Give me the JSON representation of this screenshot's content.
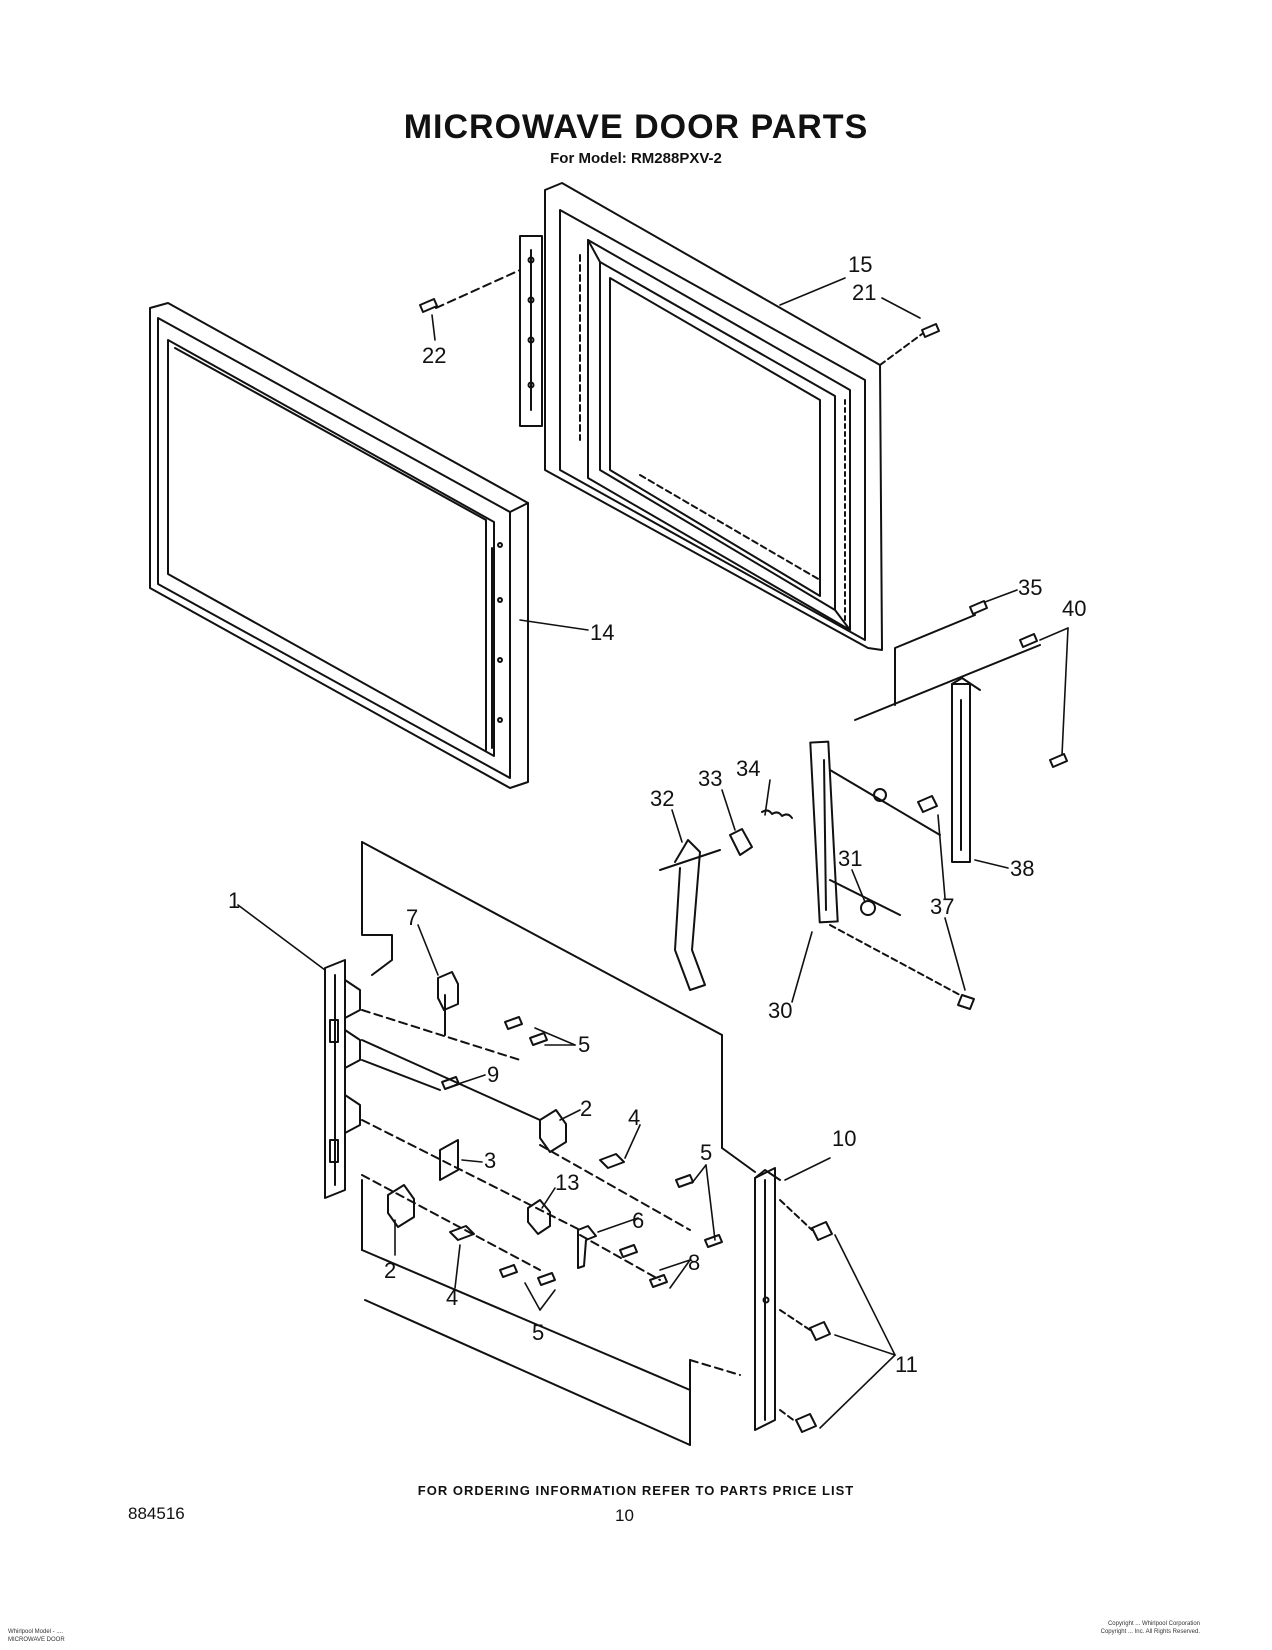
{
  "title": "MICROWAVE DOOR PARTS",
  "subtitle": "For Model: RM288PXV-2",
  "footer_note": "FOR ORDERING INFORMATION REFER TO PARTS PRICE LIST",
  "doc_number": "884516",
  "page_number": "10",
  "fine_print_left": [
    "Whirlpool Model - ....",
    "MICROWAVE DOOR"
  ],
  "fine_print_right": [
    "Copyright ... Whirlpool Corporation",
    "Copyright ... Inc. All Rights Reserved."
  ],
  "part_labels": [
    "15",
    "21",
    "22",
    "14",
    "35",
    "40",
    "34",
    "33",
    "32",
    "31",
    "37",
    "38",
    "30",
    "1",
    "7",
    "5",
    "9",
    "2",
    "4",
    "3",
    "13",
    "6",
    "8",
    "10",
    "11",
    "5",
    "2",
    "4",
    "5"
  ]
}
